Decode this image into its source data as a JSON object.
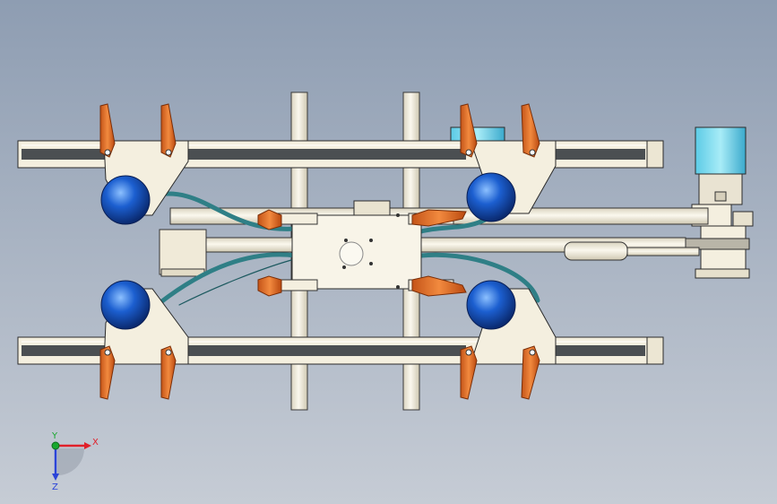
{
  "viewport": {
    "background_top": "#8e9db2",
    "background_bottom": "#c6ccd5"
  },
  "colors": {
    "frame_fill": "#f4efdf",
    "frame_stroke": "#2a2a2a",
    "rail_slot": "#4b4f52",
    "rail_highlight": "#ffffff",
    "clamp_lever": "#e8732b",
    "clamp_lever_dark": "#9a3d10",
    "ball": "#1c5fd0",
    "ball_highlight": "#8cc0ff",
    "ball_dark": "#0a2a70",
    "hose": "#2f7f86",
    "motor_top": "#3fb6d8",
    "motor_body": "#8fe0f0",
    "column": "#f7f2e3"
  },
  "triad": {
    "x_label": "X",
    "y_label": "Y",
    "z_label": "Z",
    "x_color": "#e0202a",
    "y_color": "#18a82e",
    "z_color": "#2b44d8"
  }
}
